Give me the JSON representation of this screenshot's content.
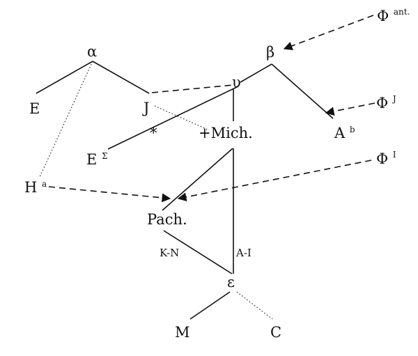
{
  "diagram": {
    "nodes": {
      "alpha": {
        "label": "α"
      },
      "beta": {
        "label": "β"
      },
      "upsilon": {
        "label": "υ"
      },
      "epsilon": {
        "label": "ε"
      },
      "E": {
        "label": "E"
      },
      "J": {
        "label": "J"
      },
      "star": {
        "label": "*"
      },
      "E_sigma": {
        "label": "E",
        "sup": "Σ"
      },
      "Mich": {
        "label": "+Mich."
      },
      "A_b": {
        "label": "A",
        "sup": "b"
      },
      "H_a": {
        "label": "H",
        "sup": "a"
      },
      "Pach": {
        "label": "Pach."
      },
      "M": {
        "label": "M"
      },
      "C": {
        "label": "C"
      },
      "Phi_ant": {
        "label": "Φ",
        "sup": "ant."
      },
      "Phi_J": {
        "label": "Φ",
        "sup": "J"
      },
      "Phi_I": {
        "label": "Φ",
        "sup": "I"
      }
    },
    "edge_labels": {
      "K_N": "K-N",
      "A_I": "A-I"
    },
    "edges": [
      {
        "from": "alpha",
        "to": "E",
        "style": "solid"
      },
      {
        "from": "alpha",
        "to": "J",
        "style": "solid"
      },
      {
        "from": "alpha",
        "to": "H_a",
        "style": "dotted"
      },
      {
        "from": "J",
        "to": "upsilon",
        "style": "dashed"
      },
      {
        "from": "beta",
        "to": "upsilon",
        "style": "solid"
      },
      {
        "from": "beta",
        "to": "A_b",
        "style": "solid",
        "arrow": "Phi_J"
      },
      {
        "from": "Phi_ant",
        "to": "beta",
        "style": "dashed",
        "arrow": true
      },
      {
        "from": "Phi_J",
        "to": "A_b",
        "style": "dashed",
        "arrow": true
      },
      {
        "from": "upsilon",
        "to": "E_sigma",
        "style": "solid"
      },
      {
        "from": "upsilon",
        "to": "Mich",
        "style": "solid"
      },
      {
        "from": "J",
        "to": "Mich",
        "style": "dotted"
      },
      {
        "from": "Mich",
        "to": "Pach",
        "style": "solid"
      },
      {
        "from": "Mich",
        "to": "epsilon",
        "style": "solid",
        "label": "A_I"
      },
      {
        "from": "Pach",
        "to": "epsilon",
        "style": "solid",
        "label": "K_N"
      },
      {
        "from": "H_a",
        "to": "Pach",
        "style": "dashed",
        "arrow": true
      },
      {
        "from": "Phi_I",
        "to": "Pach",
        "style": "dashed",
        "arrow": true
      },
      {
        "from": "epsilon",
        "to": "M",
        "style": "solid"
      },
      {
        "from": "epsilon",
        "to": "C",
        "style": "dotted"
      }
    ]
  }
}
